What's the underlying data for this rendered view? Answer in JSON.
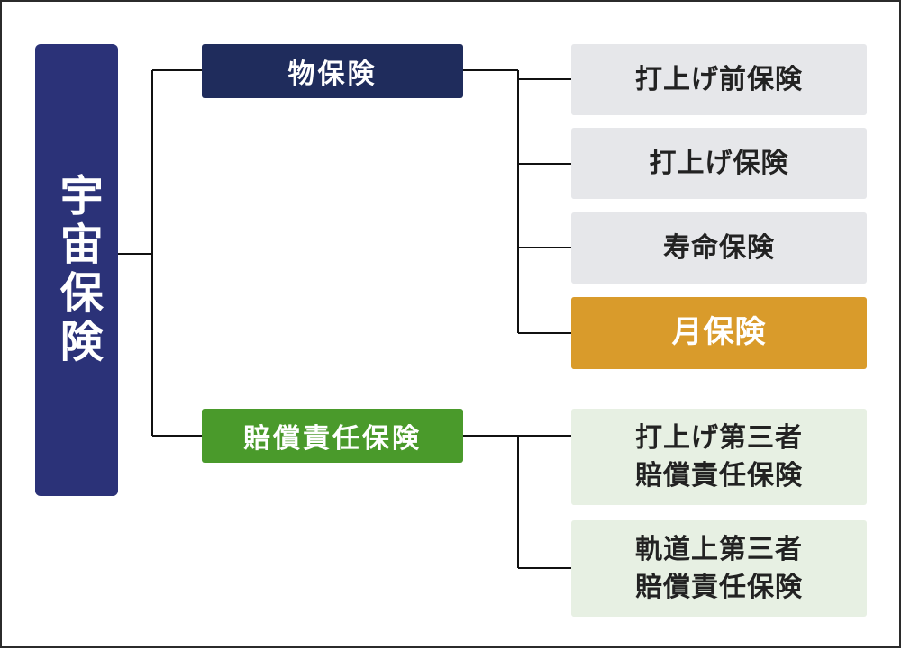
{
  "root": {
    "label": "宇宙保険"
  },
  "categories": [
    {
      "label": "物保険",
      "color": "#1f2c5c"
    },
    {
      "label": "賠償責任保険",
      "color": "#4a9a2b"
    }
  ],
  "property_items": [
    {
      "label": "打上げ前保険"
    },
    {
      "label": "打上げ保険"
    },
    {
      "label": "寿命保険"
    },
    {
      "label": "月保険",
      "highlight": true,
      "color": "#d99b2b"
    }
  ],
  "liability_items": [
    {
      "line1": "打上げ第三者",
      "line2": "賠償責任保険"
    },
    {
      "line1": "軌道上第三者",
      "line2": "賠償責任保険"
    }
  ]
}
